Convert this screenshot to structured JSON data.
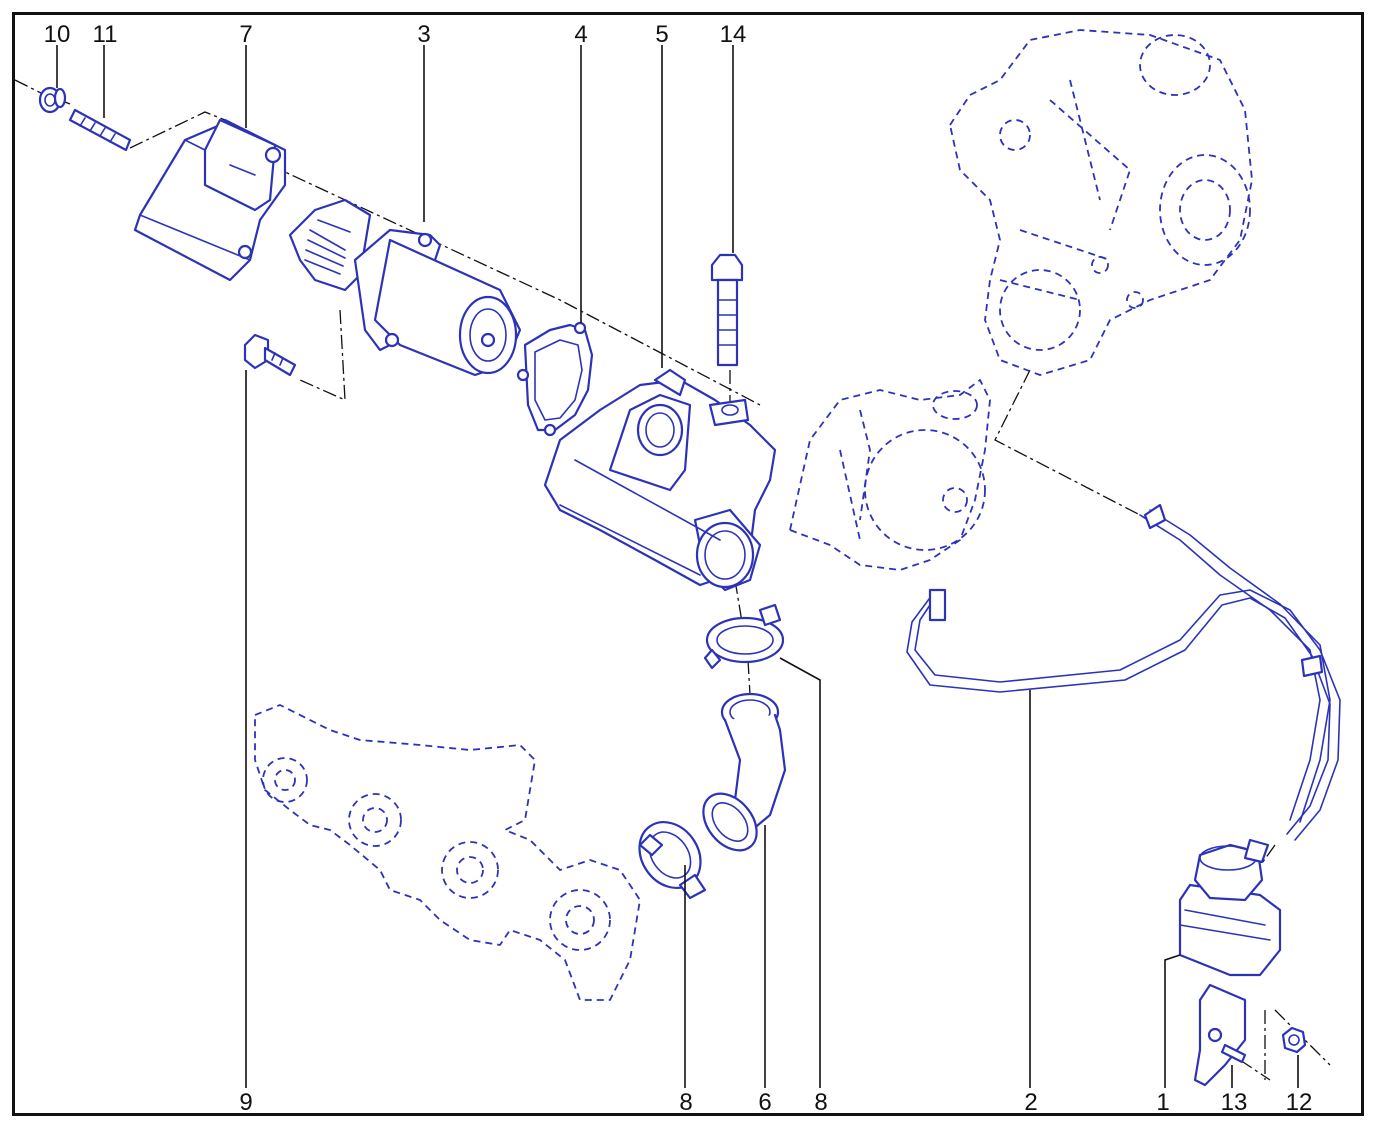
{
  "colors": {
    "line": "#2d33b8",
    "text": "#111111",
    "background": "#ffffff"
  },
  "callouts": {
    "c10": "10",
    "c11": "11",
    "c7": "7",
    "c3": "3",
    "c4": "4",
    "c5": "5",
    "c14": "14",
    "c9": "9",
    "c8a": "8",
    "c6": "6",
    "c8b": "8",
    "c2": "2",
    "c1": "1",
    "c13": "13",
    "c12": "12"
  }
}
